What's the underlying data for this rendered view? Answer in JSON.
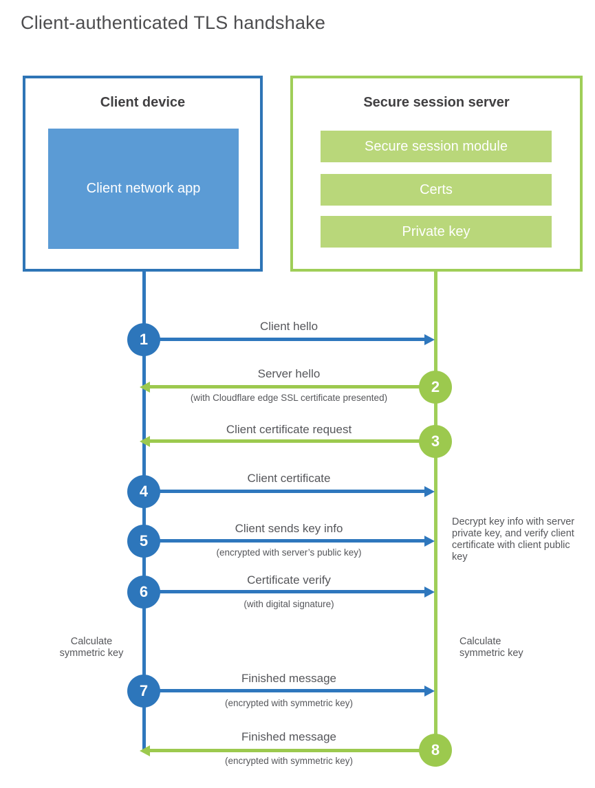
{
  "title": "Client-authenticated TLS handshake",
  "colors": {
    "blue_border": "#2e75b6",
    "blue_line": "#2e77bd",
    "blue_fill": "#5b9bd5",
    "green_border": "#9fce58",
    "green_line": "#9cc94e",
    "green_fill": "#b9d77a",
    "heading_text": "#414042",
    "body_text": "#55565a"
  },
  "client_box": {
    "title": "Client device",
    "app_label": "Client network app"
  },
  "server_box": {
    "title": "Secure session server",
    "modules": [
      "Secure session module",
      "Certs",
      "Private key"
    ]
  },
  "messages": [
    {
      "num": "1",
      "label": "Client hello",
      "subtitle": "",
      "direction": "right",
      "color": "blue"
    },
    {
      "num": "2",
      "label": "Server hello",
      "subtitle": "(with Cloudflare edge SSL certificate presented)",
      "direction": "left",
      "color": "green"
    },
    {
      "num": "3",
      "label": "Client certificate request",
      "subtitle": "",
      "direction": "left",
      "color": "green"
    },
    {
      "num": "4",
      "label": "Client certificate",
      "subtitle": "",
      "direction": "right",
      "color": "blue"
    },
    {
      "num": "5",
      "label": "Client sends key info",
      "subtitle": "(encrypted with server’s public key)",
      "direction": "right",
      "color": "blue"
    },
    {
      "num": "6",
      "label": "Certificate verify",
      "subtitle": "(with digital signature)",
      "direction": "right",
      "color": "blue"
    },
    {
      "num": "7",
      "label": "Finished message",
      "subtitle": "(encrypted with symmetric key)",
      "direction": "right",
      "color": "blue"
    },
    {
      "num": "8",
      "label": "Finished message",
      "subtitle": "(encrypted with symmetric key)",
      "direction": "left",
      "color": "green"
    }
  ],
  "annotations": {
    "decrypt_note": "Decrypt key info with server private key, and verify client certificate with client public key",
    "calc_symmetric_left": "Calculate symmetric key",
    "calc_symmetric_right": "Calculate symmetric key"
  }
}
